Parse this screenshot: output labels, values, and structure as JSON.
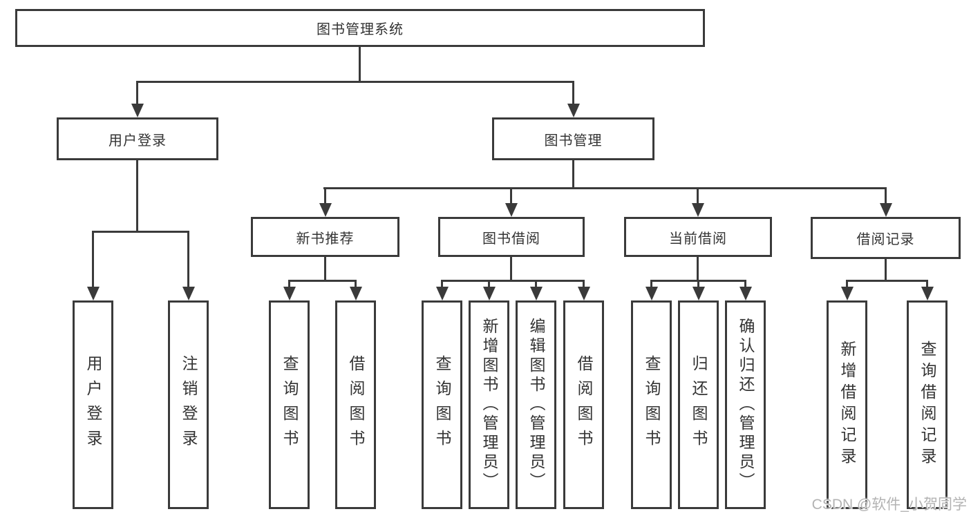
{
  "tree": {
    "root": {
      "label": "图书管理系统"
    },
    "branches": [
      {
        "label": "用户登录",
        "children": [
          {
            "label": "用户登录"
          },
          {
            "label": "注销登录"
          }
        ]
      },
      {
        "label": "图书管理",
        "children": [
          {
            "label": "新书推荐",
            "children": [
              {
                "label": "查询图书"
              },
              {
                "label": "借阅图书"
              }
            ]
          },
          {
            "label": "图书借阅",
            "children": [
              {
                "label": "查询图书"
              },
              {
                "label": "新增图书（管理员）"
              },
              {
                "label": "编辑图书（管理员）"
              },
              {
                "label": "借阅图书"
              }
            ]
          },
          {
            "label": "当前借阅",
            "children": [
              {
                "label": "查询图书"
              },
              {
                "label": "归还图书"
              },
              {
                "label": "确认归还（管理员）"
              }
            ]
          },
          {
            "label": "借阅记录",
            "children": [
              {
                "label": "新增借阅记录"
              },
              {
                "label": "查询借阅记录"
              }
            ]
          }
        ]
      }
    ]
  },
  "watermark": {
    "text": "CSDN @软件_小贺同学"
  },
  "colors": {
    "line": "#3a3a3a",
    "box_border": "#3a3a3a",
    "box_background": "#ffffff",
    "text": "#333333",
    "watermark": "#b3b3b3",
    "background": "#ffffff"
  }
}
